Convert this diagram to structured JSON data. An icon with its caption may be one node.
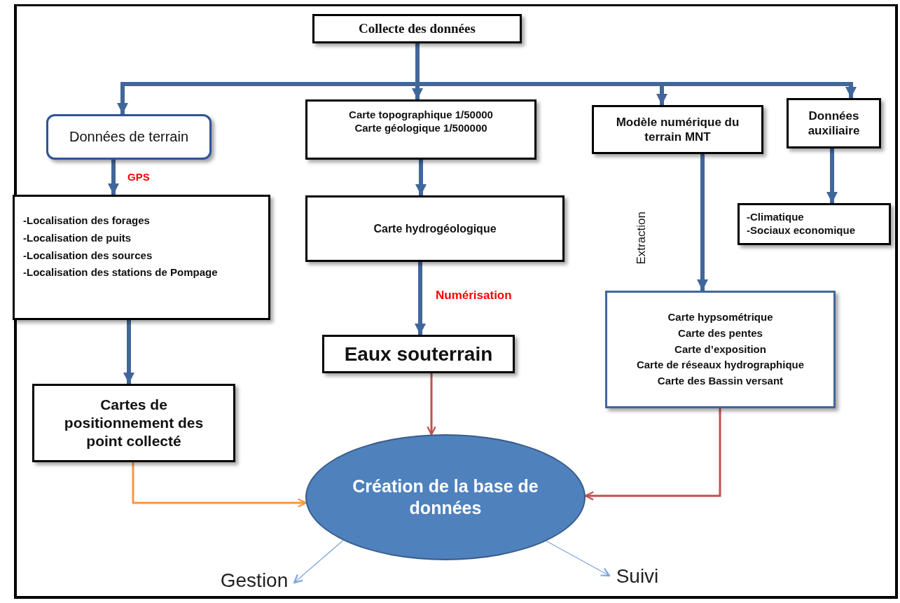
{
  "diagram": {
    "nodes": [
      {
        "text": [
          "Collecte des données"
        ]
      },
      {
        "text": [
          "Données de terrain"
        ]
      },
      {
        "text": [
          "Carte topographique 1/50000",
          "Carte géologique 1/500000"
        ]
      },
      {
        "text": [
          "Modèle numérique du terrain MNT"
        ]
      },
      {
        "text": [
          "Données auxiliaire"
        ]
      },
      {
        "text": [
          "-Localisation des forages",
          "-Localisation de puits",
          "-Localisation des sources",
          "-Localisation des stations de Pompage"
        ]
      },
      {
        "text": [
          "Carte hydrogéologique"
        ]
      },
      {
        "text": [
          "-Climatique",
          "-Sociaux economique"
        ]
      },
      {
        "text": [
          "Eaux souterrain"
        ]
      },
      {
        "text": [
          "Carte hypsométrique",
          "Carte des pentes",
          "Carte d’exposition",
          "Carte de réseaux hydrographique",
          "Carte des Bassin versant"
        ]
      },
      {
        "text": [
          "Cartes de positionnement des point collecté"
        ]
      },
      {
        "text": [
          "Création de la base de données"
        ]
      },
      {
        "text": [
          "Gestion"
        ]
      },
      {
        "text": [
          "Suivi"
        ]
      }
    ],
    "edges": [
      {
        "from": 0,
        "to": 1,
        "arrow": "to"
      },
      {
        "from": 0,
        "to": 2,
        "arrow": "to"
      },
      {
        "from": 0,
        "to": 3,
        "arrow": "to"
      },
      {
        "from": 0,
        "to": 4,
        "arrow": "to"
      },
      {
        "from": 1,
        "to": 5,
        "arrow": "to",
        "label": "GPS"
      },
      {
        "from": 2,
        "to": 6,
        "arrow": "to"
      },
      {
        "from": 3,
        "to": 9,
        "arrow": "to",
        "label": "Extraction"
      },
      {
        "from": 4,
        "to": 7,
        "arrow": "to"
      },
      {
        "from": 5,
        "to": 10,
        "arrow": "to"
      },
      {
        "from": 6,
        "to": 8,
        "arrow": "to",
        "label": "Numérisation"
      },
      {
        "from": 8,
        "to": 11,
        "arrow": "to",
        "color": "#c0504d"
      },
      {
        "from": 9,
        "to": 11,
        "arrow": "to",
        "color": "#c0504d"
      },
      {
        "from": 10,
        "to": 11,
        "arrow": "to",
        "color": "#f79646"
      },
      {
        "from": 11,
        "to": 12,
        "arrow": "to",
        "color": "#7ea6dc"
      },
      {
        "from": 11,
        "to": 13,
        "arrow": "to",
        "color": "#7ea6dc"
      }
    ]
  }
}
